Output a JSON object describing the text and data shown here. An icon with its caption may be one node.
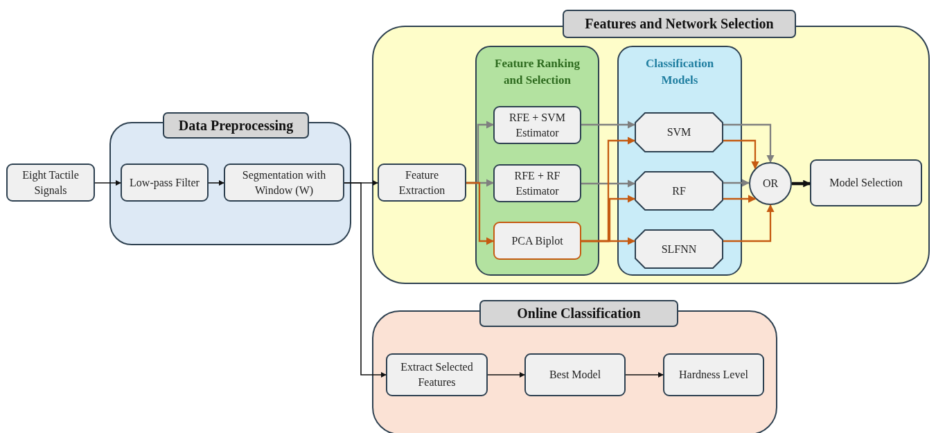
{
  "diagram": {
    "nodes": [
      {
        "text": [
          "Eight Tactile Signals"
        ]
      },
      {
        "text": [
          "Data Preprocessing"
        ]
      },
      {
        "text": [
          "Low-pass Filter"
        ],
        "in": 1
      },
      {
        "text": [
          "Segmentation with Window (W)"
        ],
        "in": 1
      },
      {
        "text": [
          "Features and Network Selection"
        ]
      },
      {
        "text": [
          "Feature Extraction"
        ],
        "in": 4
      },
      {
        "text": [
          "Feature Ranking and Selection"
        ],
        "in": 4
      },
      {
        "text": [
          "RFE + SVM Estimator"
        ],
        "in": 6
      },
      {
        "text": [
          "RFE + RF Estimator"
        ],
        "in": 6
      },
      {
        "text": [
          "PCA Biplot"
        ],
        "in": 6
      },
      {
        "text": [
          "Classification Models"
        ],
        "in": 4
      },
      {
        "text": [
          "SVM"
        ],
        "in": 10
      },
      {
        "text": [
          "RF"
        ],
        "in": 10
      },
      {
        "text": [
          "SLFNN"
        ],
        "in": 10
      },
      {
        "text": [
          "OR"
        ],
        "in": 4
      },
      {
        "text": [
          "Model Selection"
        ],
        "in": 4
      },
      {
        "text": [
          "Online Classification"
        ]
      },
      {
        "text": [
          "Extract Selected Features"
        ],
        "in": 16
      },
      {
        "text": [
          "Best Model"
        ],
        "in": 16
      },
      {
        "text": [
          "Hardness Level"
        ],
        "in": 16
      }
    ],
    "edges": [
      {
        "from": 0,
        "to": 2,
        "arrow": "to"
      },
      {
        "from": 2,
        "to": 3,
        "arrow": "to"
      },
      {
        "from": 3,
        "to": 5,
        "arrow": "to"
      },
      {
        "from": 3,
        "to": 17,
        "arrow": "to"
      },
      {
        "from": 5,
        "to": 7,
        "arrow": "to",
        "color": "#7f7f7f"
      },
      {
        "from": 5,
        "to": 8,
        "arrow": "to",
        "color": "#7f7f7f"
      },
      {
        "from": 5,
        "to": 9,
        "arrow": "to",
        "color": "#c55a11"
      },
      {
        "from": 7,
        "to": 11,
        "arrow": "to",
        "color": "#7f7f7f"
      },
      {
        "from": 8,
        "to": 12,
        "arrow": "to",
        "color": "#7f7f7f"
      },
      {
        "from": 9,
        "to": 11,
        "arrow": "to",
        "color": "#c55a11"
      },
      {
        "from": 9,
        "to": 12,
        "arrow": "to",
        "color": "#c55a11"
      },
      {
        "from": 9,
        "to": 13,
        "arrow": "to",
        "color": "#c55a11"
      },
      {
        "from": 11,
        "to": 14,
        "arrow": "to",
        "color": "#7f7f7f"
      },
      {
        "from": 11,
        "to": 14,
        "arrow": "to",
        "color": "#c55a11"
      },
      {
        "from": 12,
        "to": 14,
        "arrow": "to",
        "color": "#7f7f7f"
      },
      {
        "from": 12,
        "to": 14,
        "arrow": "to",
        "color": "#c55a11"
      },
      {
        "from": 13,
        "to": 14,
        "arrow": "to",
        "color": "#c55a11"
      },
      {
        "from": 14,
        "to": 15,
        "arrow": "to",
        "style": "thick"
      },
      {
        "from": 17,
        "to": 18,
        "arrow": "to"
      },
      {
        "from": 18,
        "to": 19,
        "arrow": "to"
      }
    ]
  }
}
